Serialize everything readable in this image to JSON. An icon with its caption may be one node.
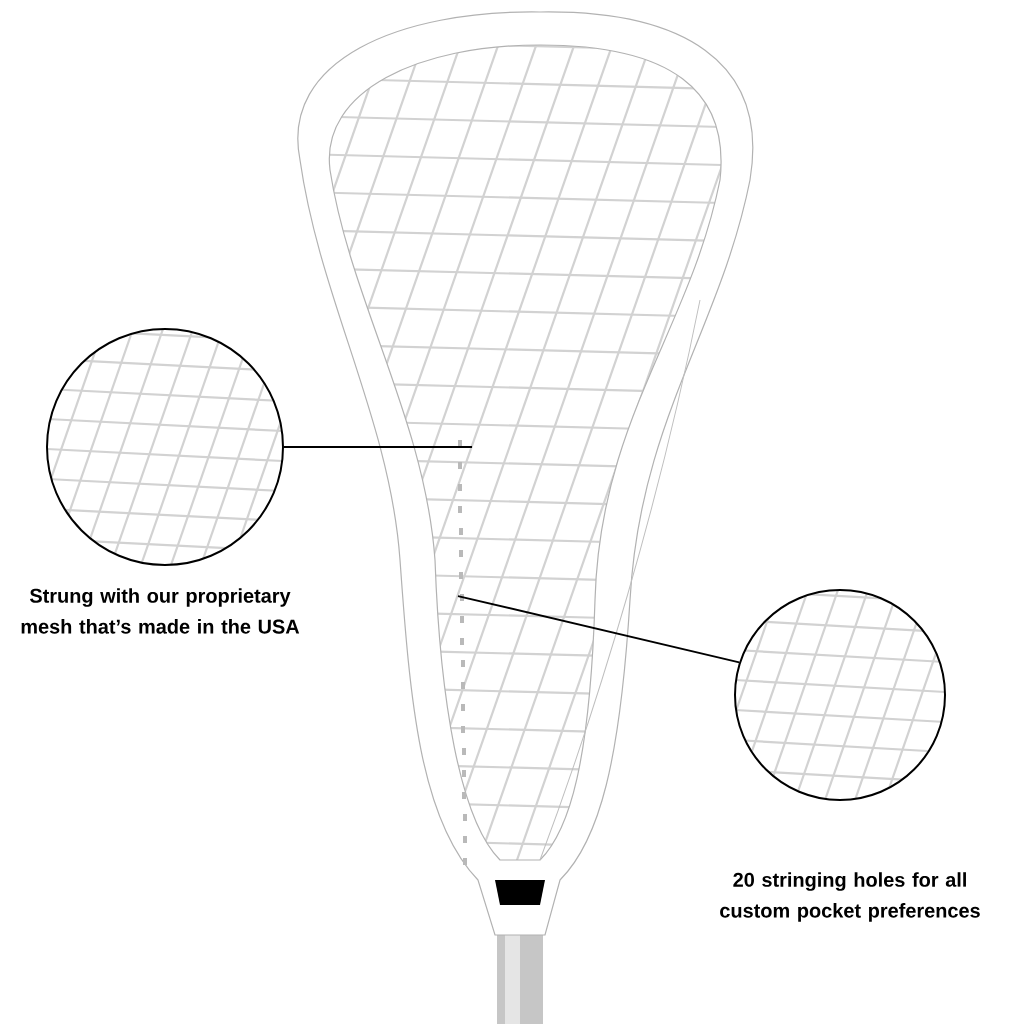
{
  "diagram": {
    "nodes": [
      {
        "text": [],
        "shape": "circle"
      },
      {
        "text": [],
        "shape": "circle"
      },
      {
        "text": [],
        "shape": "picture"
      }
    ],
    "edges": [
      {
        "from": 0,
        "to": 2,
        "arrow": "none"
      },
      {
        "from": 1,
        "to": 2,
        "arrow": "none"
      }
    ],
    "labels": [
      "Strung with our proprietary mesh that’s made in the USA",
      "20 stringing holes for all custom pocket preferences"
    ]
  }
}
